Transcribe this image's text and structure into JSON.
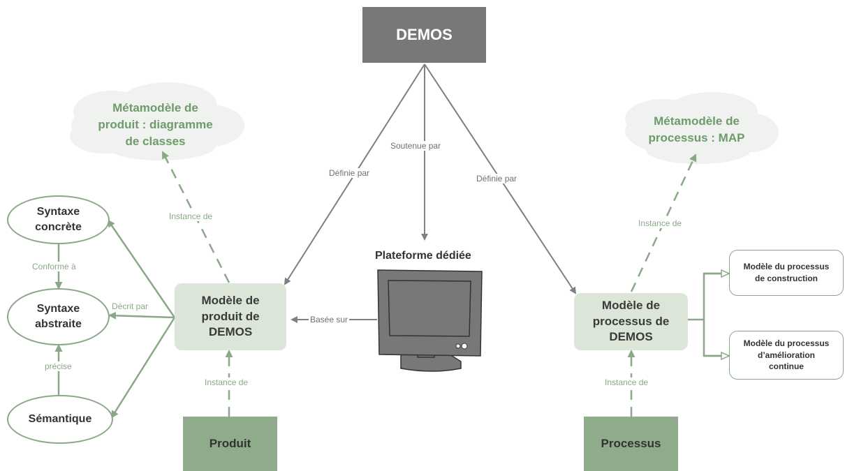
{
  "nodes": {
    "demos": "DEMOS",
    "platform_title": "Plateforme dédiée",
    "model_product": "Modèle de\nproduit de\nDEMOS",
    "model_process": "Modèle de\nprocessus de\nDEMOS",
    "product": "Produit",
    "process": "Processus",
    "meta_product": "Métamodèle de\nproduit : diagramme\nde classes",
    "meta_process": "Métamodèle de\nprocessus : MAP",
    "syntax_concrete": "Syntaxe\nconcrète",
    "syntax_abstract": "Syntaxe\nabstraite",
    "semantics": "Sémantique",
    "construction_model": "Modèle du processus\nde construction",
    "improvement_model": "Modèle du processus\nd’amélioration\ncontinue"
  },
  "edges": {
    "defined_by_left": "Définie par",
    "defined_by_right": "Définie par",
    "supported_by": "Soutenue par",
    "based_on": "Basée sur",
    "instance_meta_product": "Instance de",
    "instance_meta_process": "Instance de",
    "instance_product": "Instance de",
    "instance_process": "Instance de",
    "conforms_to": "Conforme à",
    "specifies": "précise",
    "described_by": "Décrit par"
  },
  "colors": {
    "dark_gray": "#787878",
    "green": "#8fab8c",
    "light_green": "#dbe6d9",
    "arrow_green": "#8aa887",
    "arrow_gray": "#7f7f7f",
    "cloud": "#f0f2ef"
  }
}
